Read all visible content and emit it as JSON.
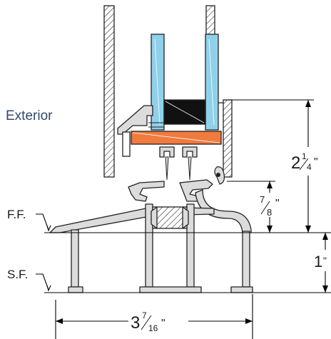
{
  "labels": {
    "exterior": "Exterior",
    "ff": "F.F.",
    "sf": "S.F."
  },
  "dimensions": {
    "height_total": {
      "whole": "2",
      "num": "1",
      "den": "4",
      "unit": "\""
    },
    "sill_offset": {
      "num": "7",
      "den": "8",
      "unit": "\""
    },
    "floor_gap": {
      "whole": "1",
      "unit": "\""
    },
    "width": {
      "whole": "3",
      "num": "7",
      "den": "16",
      "unit": "\""
    }
  },
  "colors": {
    "glass": "#8fd1ea",
    "setting_block": "#f07b3f",
    "spacer": "#111111",
    "aluminum": "#dcdcdc",
    "exterior_label": "#2f4a6b"
  }
}
